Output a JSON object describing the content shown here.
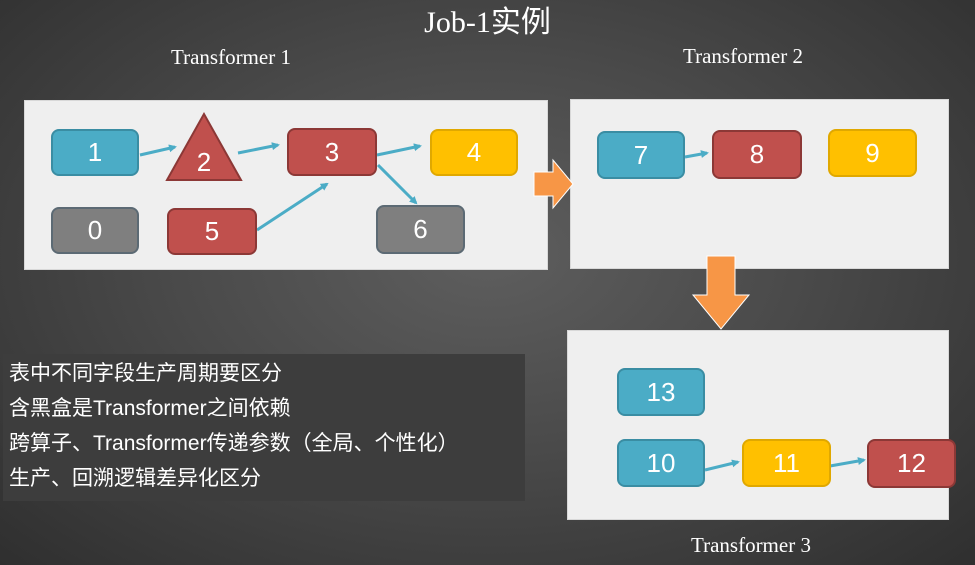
{
  "title": "Job-1实例",
  "transformers": {
    "t1": {
      "label": "Transformer 1",
      "nodes": {
        "n1": "1",
        "n2": "2",
        "n3": "3",
        "n4": "4",
        "n0": "0",
        "n5": "5",
        "n6": "6"
      }
    },
    "t2": {
      "label": "Transformer 2",
      "nodes": {
        "n7": "7",
        "n8": "8",
        "n9": "9"
      }
    },
    "t3": {
      "label": "Transformer 3",
      "nodes": {
        "n13": "13",
        "n10": "10",
        "n11": "11",
        "n12": "12"
      }
    }
  },
  "notes": [
    "表中不同字段生产周期要区分",
    "含黑盒是Transformer之间依赖",
    "跨算子、Transformer传递参数（全局、个性化）",
    "生产、回溯逻辑差异化区分"
  ],
  "colors": {
    "blue": "#4bacc6",
    "red": "#c0504d",
    "yellow": "#ffc000",
    "gray": "#7f7f7f",
    "arrow": "#4bacc6",
    "flow_arrow": "#f79646"
  }
}
